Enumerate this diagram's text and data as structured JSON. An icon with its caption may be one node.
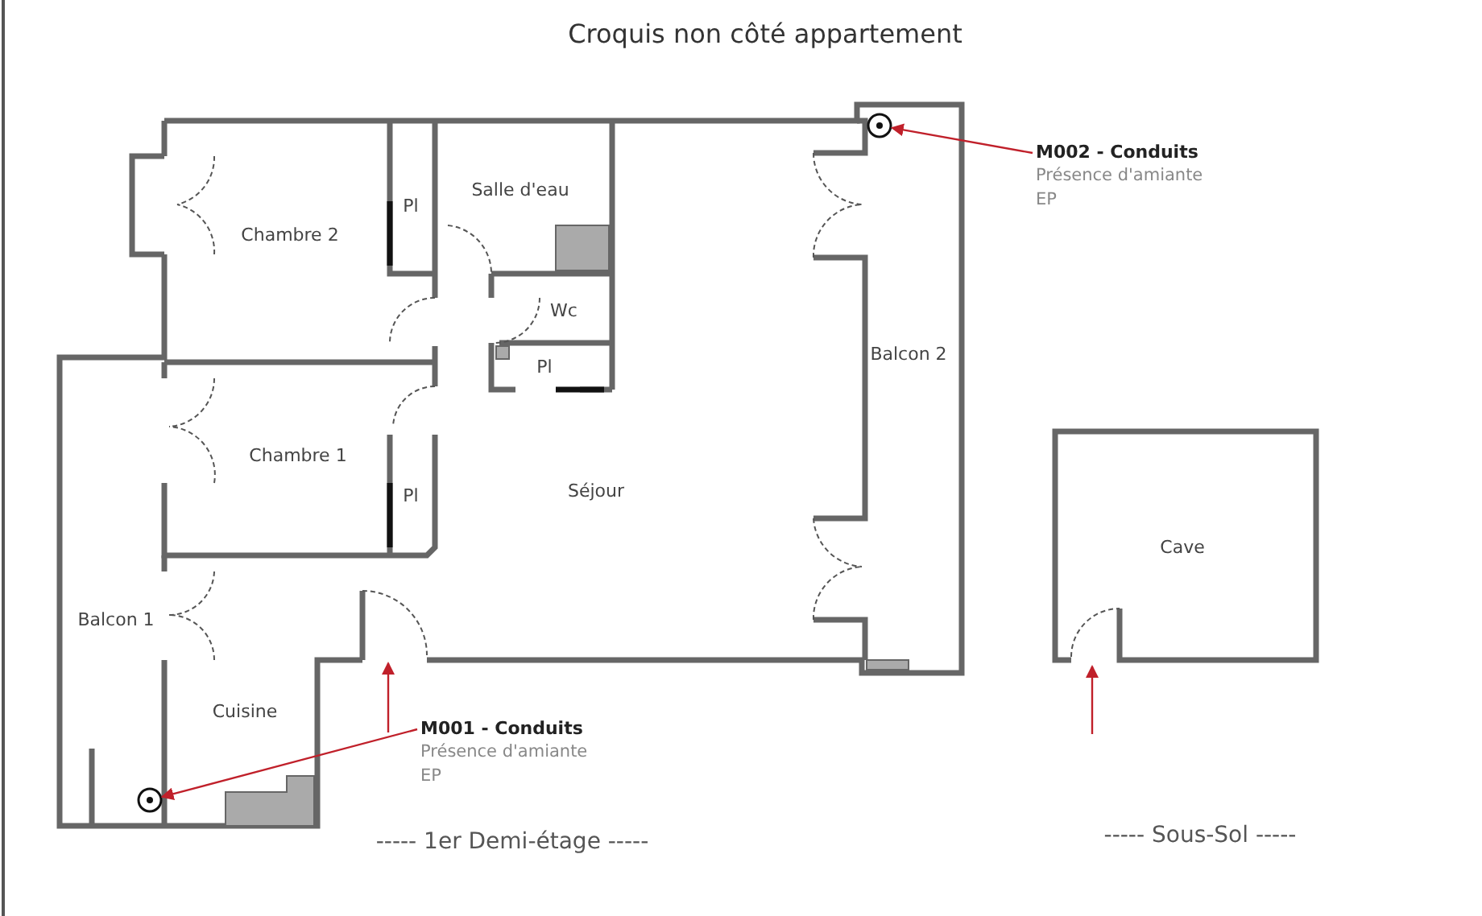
{
  "diagram": {
    "title": "Croquis non côté appartement",
    "nodes": [
      {
        "text": [
          "M001 - Conduits",
          "Présence d'amiante",
          "EP"
        ]
      },
      {
        "text": [
          "M002 - Conduits",
          "Présence d'amiante",
          "EP"
        ]
      },
      {
        "text": [],
        "shape": "circle"
      },
      {
        "text": [],
        "shape": "circle"
      }
    ],
    "edges": [
      {
        "from": 0,
        "to": 2,
        "arrow": "to",
        "color": "#c0202a"
      },
      {
        "from": 1,
        "to": 3,
        "arrow": "to",
        "color": "#c0202a"
      }
    ],
    "labels": [
      "Salle d'eau",
      "Pl",
      "Chambre 2",
      "Wc",
      "Balcon 2",
      "Pl",
      "Chambre 1",
      "Séjour",
      "Pl",
      "Cave",
      "Balcon 1",
      "Cuisine",
      "----- 1er Demi-étage -----",
      "----- Sous-Sol -----"
    ]
  }
}
